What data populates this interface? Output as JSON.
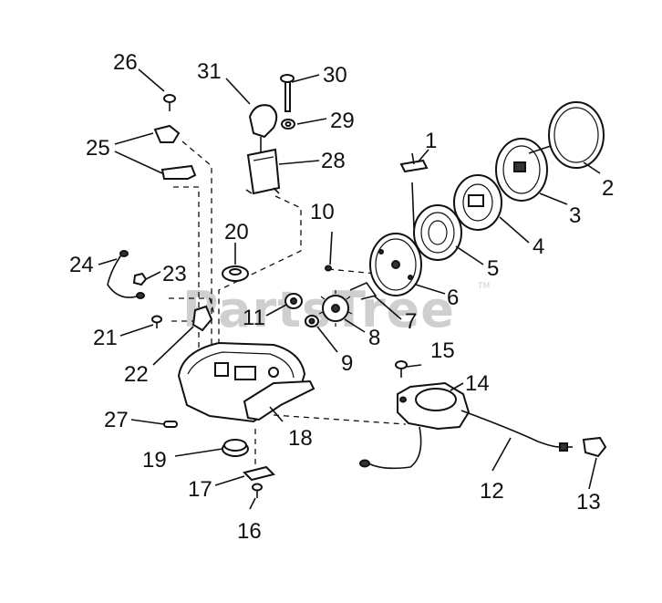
{
  "watermark": {
    "text": "PartsTree",
    "tm": "TM"
  },
  "callouts": {
    "c1": "1",
    "c2": "2",
    "c3": "3",
    "c4": "4",
    "c5": "5",
    "c6": "6",
    "c7": "7",
    "c8": "8",
    "c9": "9",
    "c10": "10",
    "c11": "11",
    "c12": "12",
    "c13": "13",
    "c14": "14",
    "c15": "15",
    "c16": "16",
    "c17": "17",
    "c18": "18",
    "c19": "19",
    "c20": "20",
    "c21": "21",
    "c22": "22",
    "c23": "23",
    "c24": "24",
    "c25": "25",
    "c26": "26",
    "c27": "27",
    "c28": "28",
    "c29": "29",
    "c30": "30",
    "c31": "31"
  }
}
